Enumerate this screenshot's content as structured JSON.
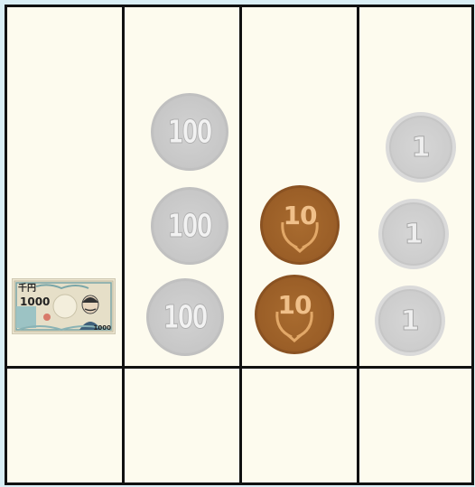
{
  "board": {
    "columns": [
      {
        "denomination": "1000-yen-note",
        "count": 1
      },
      {
        "denomination": "100-yen",
        "count": 3
      },
      {
        "denomination": "10-yen",
        "count": 2
      },
      {
        "denomination": "1-yen",
        "count": 3
      }
    ]
  },
  "note": {
    "label_top": "千円",
    "label_value": "1000",
    "label_corner": "1000"
  },
  "coins": {
    "hundred": "100",
    "ten": "10",
    "one": "1"
  },
  "colors": {
    "board": "#fdfbee",
    "background": "#d9eef5",
    "grid": "#111111",
    "silver": "#c7c7c7",
    "bronze": "#9a5e27"
  }
}
